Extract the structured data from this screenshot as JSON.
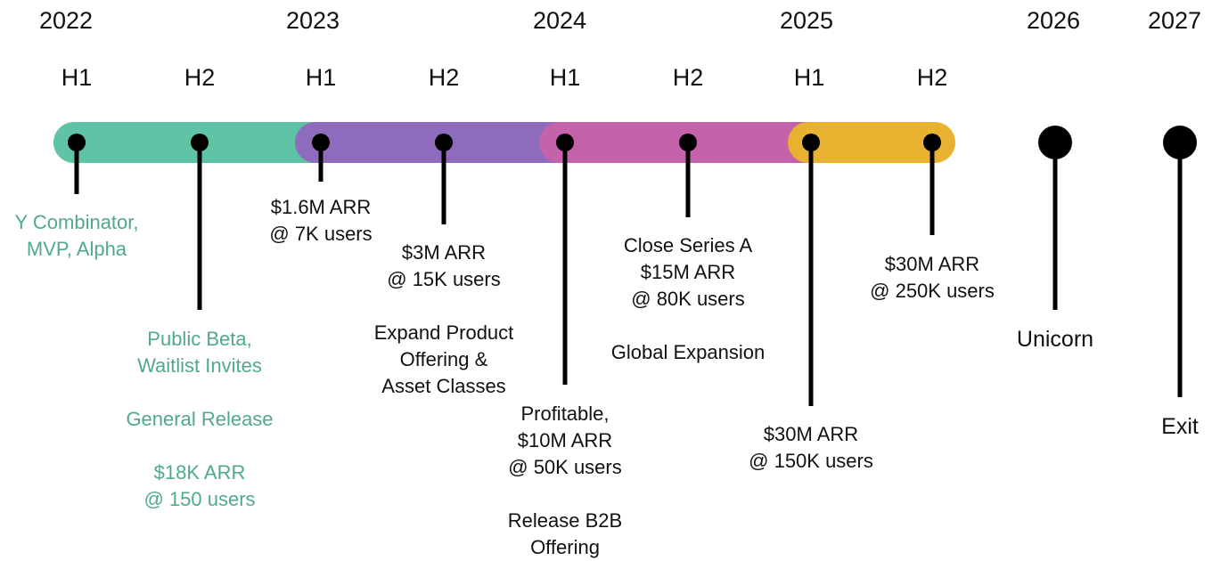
{
  "years": [
    "2022",
    "2023",
    "2024",
    "2025",
    "2026",
    "2027"
  ],
  "halves": [
    "H1",
    "H2",
    "H1",
    "H2",
    "H1",
    "H2",
    "H1",
    "H2"
  ],
  "colors": {
    "green": "#5ec4a5",
    "purple": "#8f6bbd",
    "pink": "#c463aa",
    "gold": "#e8b231",
    "green_text": "#4fa98a"
  },
  "milestones": [
    {
      "id": "m1",
      "text": "Y Combinator,\nMVP, Alpha",
      "style": "green"
    },
    {
      "id": "m2",
      "text": "Public Beta,\nWaitlist Invites\n\nGeneral Release\n\n$18K ARR\n@ 150 users",
      "style": "green"
    },
    {
      "id": "m3",
      "text": "$1.6M ARR\n@ 7K users",
      "style": "black"
    },
    {
      "id": "m4",
      "text": "$3M ARR\n@ 15K users\n\nExpand Product\nOffering &\nAsset Classes",
      "style": "black"
    },
    {
      "id": "m5",
      "text": "Profitable,\n$10M ARR\n@ 50K users\n\nRelease B2B\nOffering",
      "style": "black"
    },
    {
      "id": "m6",
      "text": "Close Series A\n$15M ARR\n@ 80K users\n\nGlobal Expansion",
      "style": "black"
    },
    {
      "id": "m7",
      "text": "$30M ARR\n@ 150K users",
      "style": "black"
    },
    {
      "id": "m8",
      "text": "$30M ARR\n@ 250K users",
      "style": "black"
    },
    {
      "id": "m9",
      "text": "Unicorn",
      "style": "black"
    },
    {
      "id": "m10",
      "text": "Exit",
      "style": "black"
    }
  ]
}
